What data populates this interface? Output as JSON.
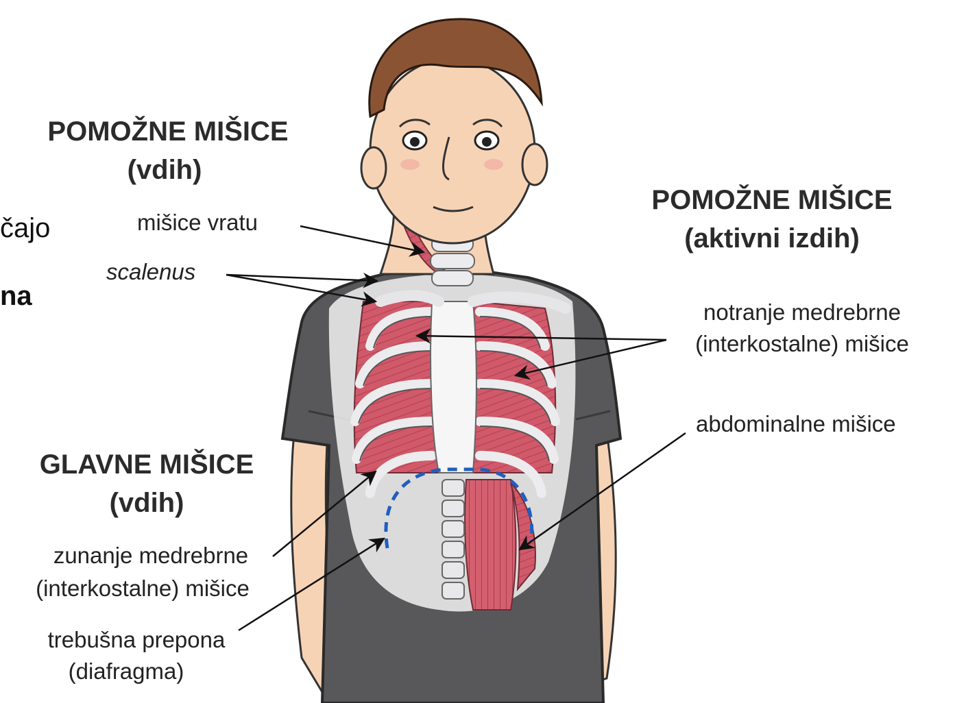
{
  "fragments": {
    "left_cut_1": "čajo",
    "left_cut_2": "na"
  },
  "groups": {
    "accessory_inhale": {
      "title": "POMOŽNE MIŠICE",
      "subtitle": "(vdih)"
    },
    "accessory_exhale": {
      "title": "POMOŽNE MIŠICE",
      "subtitle": "(aktivni izdih)"
    },
    "main_inhale": {
      "title": "GLAVNE  MIŠICE",
      "subtitle": "(vdih)"
    }
  },
  "labels": {
    "neck_muscles": "mišice vratu",
    "scalenus": "scalenus",
    "internal_intercostal_1": "notranje medrebrne",
    "internal_intercostal_2": "(interkostalne) mišice",
    "abdominal": "abdominalne mišice",
    "external_intercostal_1": "zunanje medrebrne",
    "external_intercostal_2": "(interkostalne) mišice",
    "diaphragm_1": "trebušna prepona",
    "diaphragm_2": "(diafragma)"
  },
  "colors": {
    "skin": "#f7d3b5",
    "hair": "#8a5434",
    "shirt": "#58585a",
    "muscle": "#d05a6a",
    "rib": "#ececee",
    "diaphragm_dash": "#1f5fbf",
    "arrow": "#111111"
  }
}
